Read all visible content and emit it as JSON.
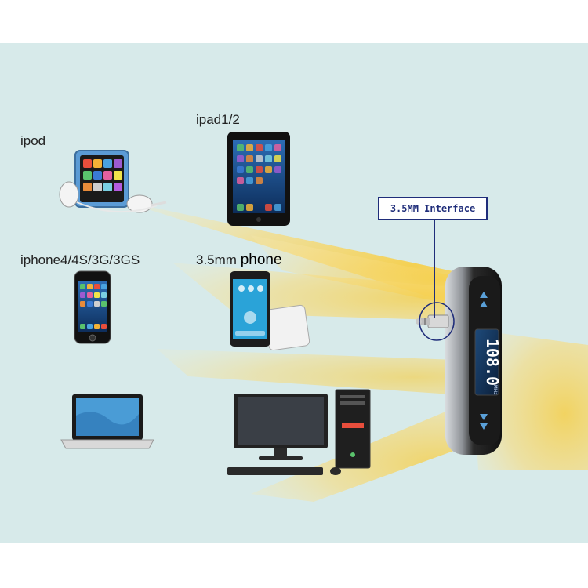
{
  "labels": {
    "ipod": "ipod",
    "ipad": "ipad1/2",
    "iphone": "iphone4/4S/3G/3GS",
    "phone_prefix": "3.5mm ",
    "phone_suffix": "phone",
    "interface": "3.5MM Interface"
  },
  "device_display": {
    "frequency": "108.0",
    "unit": "MHz"
  },
  "colors": {
    "background": "#d7eaea",
    "beam": "#f4d97a",
    "callout_border": "#1f2d7a",
    "transmitter_body": "#2a2a2a",
    "transmitter_trim": "#c9ccd0"
  },
  "icons": [
    "ipod-nano-icon",
    "earphones-icon",
    "ipad-icon",
    "iphone-icon",
    "smartphone-icon",
    "laptop-icon",
    "desktop-computer-icon",
    "fm-transmitter-icon",
    "audio-jack-icon"
  ]
}
